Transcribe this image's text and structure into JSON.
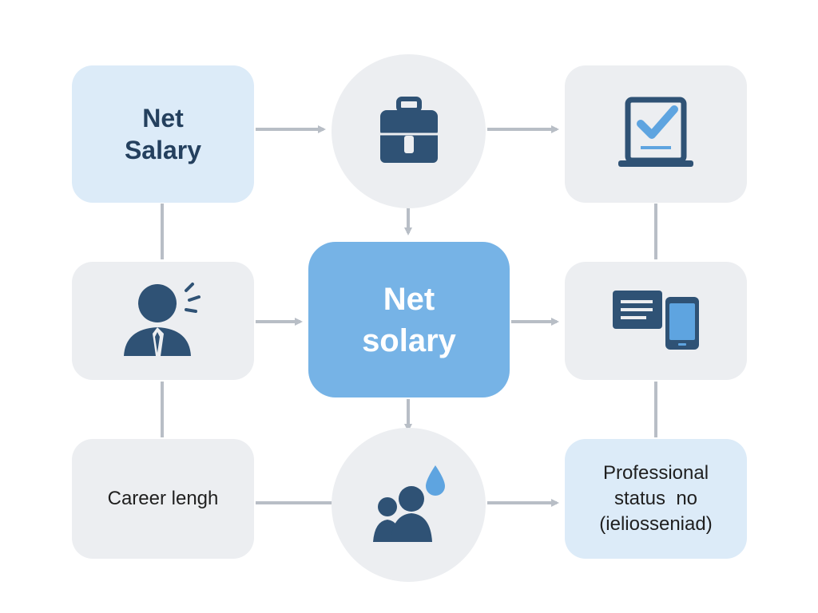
{
  "nodes": {
    "net_salary_top": {
      "line1": "Net",
      "line2": "Salary"
    },
    "center": {
      "line1": "Net",
      "line2": "solary"
    },
    "career_length": {
      "label": "Career lengh"
    },
    "professional_status": {
      "line1": "Professional",
      "line2": "status  no",
      "line3": "(ieliosseniad)"
    }
  },
  "icons": {
    "briefcase": "briefcase-icon",
    "laptop": "laptop-check-icon",
    "person": "businessman-icon",
    "devices": "document-phone-icon",
    "people": "people-droplet-icon"
  },
  "colors": {
    "icon_dark": "#2f5275",
    "accent": "#5ea4e0",
    "connector": "#b8bec6",
    "node_gray": "#eceef1",
    "node_tint": "#dcebf8",
    "center": "#76b3e6"
  }
}
